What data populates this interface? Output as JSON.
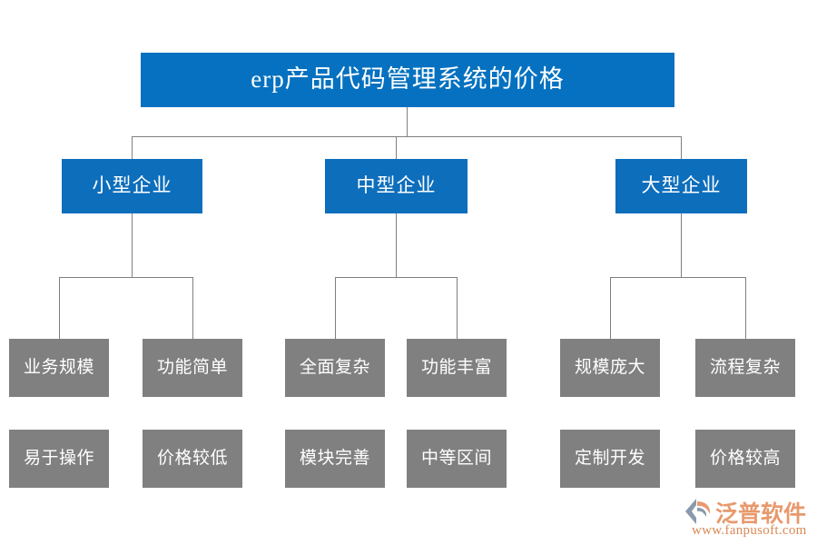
{
  "diagram": {
    "type": "tree",
    "root": {
      "label": "erp产品代码管理系统的价格",
      "color": "#0571c0"
    },
    "level2": [
      {
        "label": "小型企业",
        "color": "#0d6ebc"
      },
      {
        "label": "中型企业",
        "color": "#0d6ebc"
      },
      {
        "label": "大型企业",
        "color": "#0d6ebc"
      }
    ],
    "leaves": {
      "color": "#808080",
      "row1": [
        {
          "label": "业务规模"
        },
        {
          "label": "功能简单"
        },
        {
          "label": "全面复杂"
        },
        {
          "label": "功能丰富"
        },
        {
          "label": "规模庞大"
        },
        {
          "label": "流程复杂"
        }
      ],
      "row2": [
        {
          "label": "易于操作"
        },
        {
          "label": "价格较低"
        },
        {
          "label": "模块完善"
        },
        {
          "label": "中等区间"
        },
        {
          "label": "定制开发"
        },
        {
          "label": "价格较高"
        }
      ]
    },
    "connector_color": "#7f7f7f"
  },
  "logo": {
    "name": "泛普软件",
    "url": "www.fanpusoft.com",
    "word_color": "#e8996d",
    "url_color": "#d98a57",
    "mark_color": "#8a99ab",
    "mark_accent": "#e8996d"
  }
}
